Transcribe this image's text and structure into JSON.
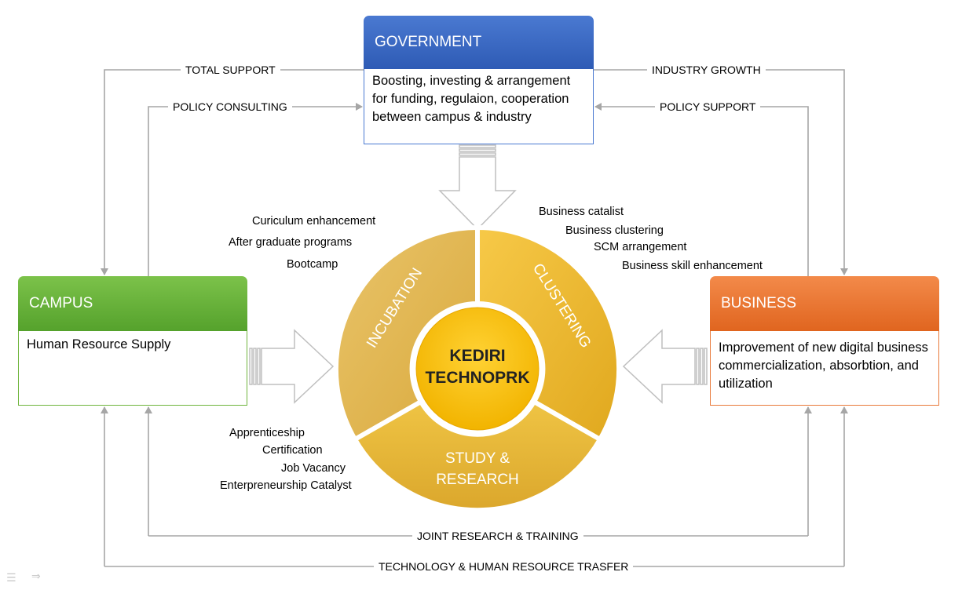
{
  "government": {
    "title": "GOVERNMENT",
    "description": "Boosting, investing & arrangement for funding, regulaion, cooperation between campus & industry"
  },
  "campus": {
    "title": "CAMPUS",
    "description": "Human Resource Supply"
  },
  "business": {
    "title": "BUSINESS",
    "description": "Improvement of new digital business commercialization, absorbtion, and utilization"
  },
  "center": {
    "line1": "KEDIRI",
    "line2": "TECHNOPRK"
  },
  "segments": {
    "incubation": "INCUBATION",
    "clustering": "CLUSTERING",
    "study_line1": "STUDY &",
    "study_line2": "RESEARCH"
  },
  "flows": {
    "total_support": "TOTAL SUPPORT",
    "policy_consulting": "POLICY CONSULTING",
    "industry_growth": "INDUSTRY GROWTH",
    "policy_support": "POLICY SUPPORT",
    "joint_research": "JOINT RESEARCH & TRAINING",
    "tech_transfer": "TECHNOLOGY & HUMAN RESOURCE TRASFER"
  },
  "incubation_activities": [
    "Curiculum enhancement",
    "After graduate programs",
    "Bootcamp"
  ],
  "clustering_activities": [
    "Business catalist",
    "Business clustering",
    "SCM arrangement",
    "Business skill enhancement"
  ],
  "study_activities": [
    "Apprenticeship",
    "Certification",
    "Job Vacancy",
    "Enterpreneurship Catalyst"
  ],
  "colors": {
    "government": "#3a68c4",
    "campus": "#62ad35",
    "business": "#e8702e",
    "wheel": "#e8b830",
    "center": "#ffc000"
  }
}
